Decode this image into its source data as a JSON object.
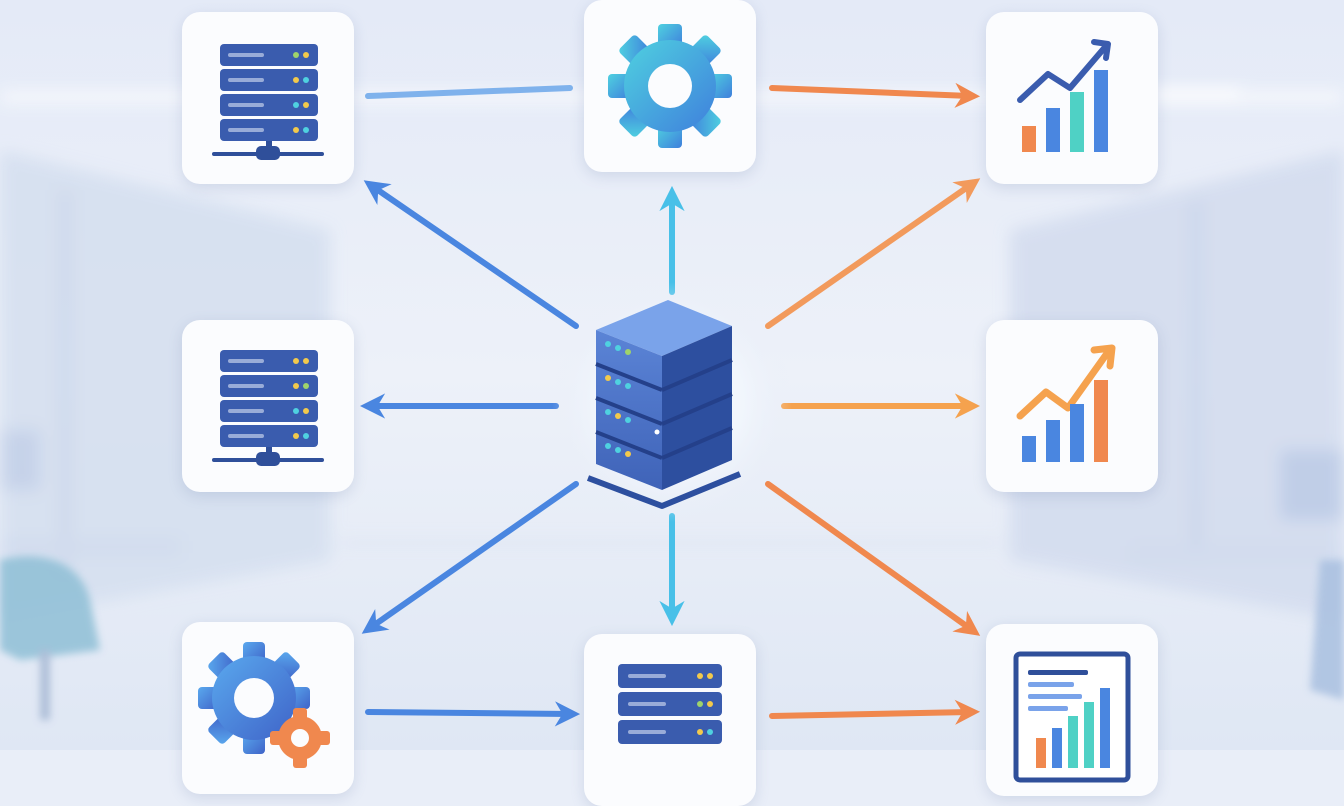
{
  "diagram": {
    "center_node": {
      "icon": "server-stack-icon"
    },
    "nodes": [
      {
        "id": "top-left",
        "icon": "server-rack-icon"
      },
      {
        "id": "top-center",
        "icon": "gear-icon"
      },
      {
        "id": "top-right",
        "icon": "bar-chart-trend-icon"
      },
      {
        "id": "middle-left",
        "icon": "server-rack-icon"
      },
      {
        "id": "middle-right",
        "icon": "rising-chart-icon"
      },
      {
        "id": "bottom-left",
        "icon": "gears-icon"
      },
      {
        "id": "bottom-center",
        "icon": "server-rack-icon"
      },
      {
        "id": "bottom-right",
        "icon": "report-chart-icon"
      }
    ],
    "connections": [
      {
        "from": "center",
        "to": "top-left",
        "color": "#4a86e0"
      },
      {
        "from": "center",
        "to": "top-center",
        "color": "#48c0e8"
      },
      {
        "from": "center",
        "to": "top-right",
        "color": "#f29a5c"
      },
      {
        "from": "center",
        "to": "middle-left",
        "color": "#4a86e0"
      },
      {
        "from": "center",
        "to": "middle-right",
        "color": "#f5a24e"
      },
      {
        "from": "center",
        "to": "bottom-left",
        "color": "#4a86e0"
      },
      {
        "from": "center",
        "to": "bottom-center",
        "color": "#48c0e8"
      },
      {
        "from": "center",
        "to": "bottom-right",
        "color": "#f0884e"
      },
      {
        "from": "top-left",
        "to": "top-center",
        "color": "#7fb2ec",
        "arrow": false
      },
      {
        "from": "top-center",
        "to": "top-right",
        "color": "#f0884e"
      },
      {
        "from": "bottom-left",
        "to": "bottom-center",
        "color": "#4a86e0"
      },
      {
        "from": "bottom-center",
        "to": "bottom-right",
        "color": "#f0884e"
      }
    ]
  },
  "colors": {
    "navy": "#2f4f9a",
    "blue": "#4a86e0",
    "cyan": "#48c0e8",
    "teal": "#4fd1c5",
    "orange": "#f0884e",
    "background": "#e9eef8"
  }
}
